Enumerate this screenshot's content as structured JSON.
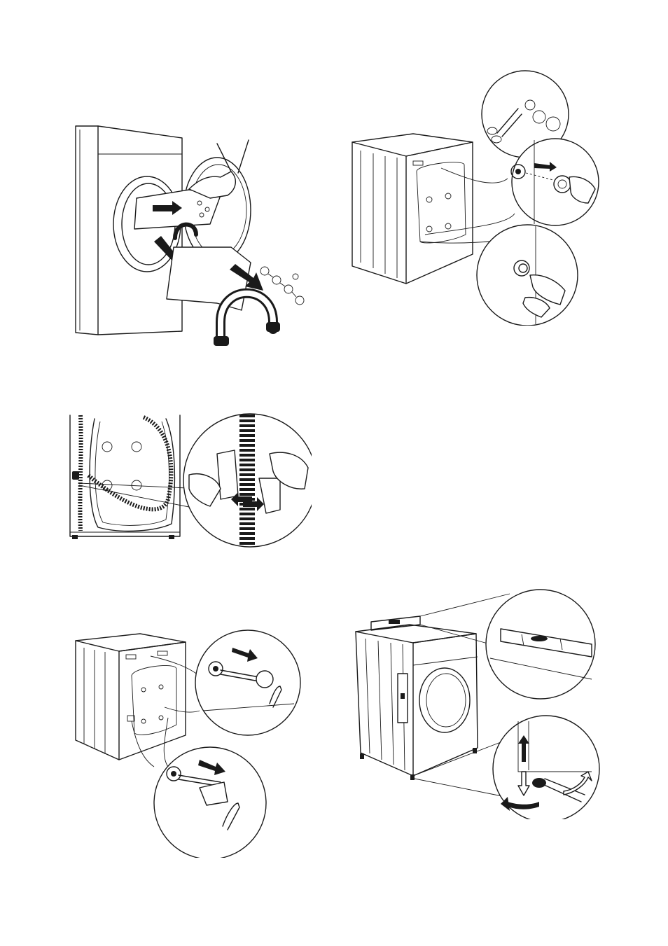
{
  "page": {
    "title": "",
    "figures": [
      {
        "id": "fig1",
        "icon": "remove-transit-bolts-and-packaging-icon"
      },
      {
        "id": "fig2",
        "icon": "fit-plastic-caps-icon"
      },
      {
        "id": "fig3",
        "icon": "hose-clip-icon"
      },
      {
        "id": "fig4",
        "icon": "unscrew-transit-bolts-icon"
      },
      {
        "id": "fig5",
        "icon": "leveling-feet-icon"
      }
    ]
  }
}
